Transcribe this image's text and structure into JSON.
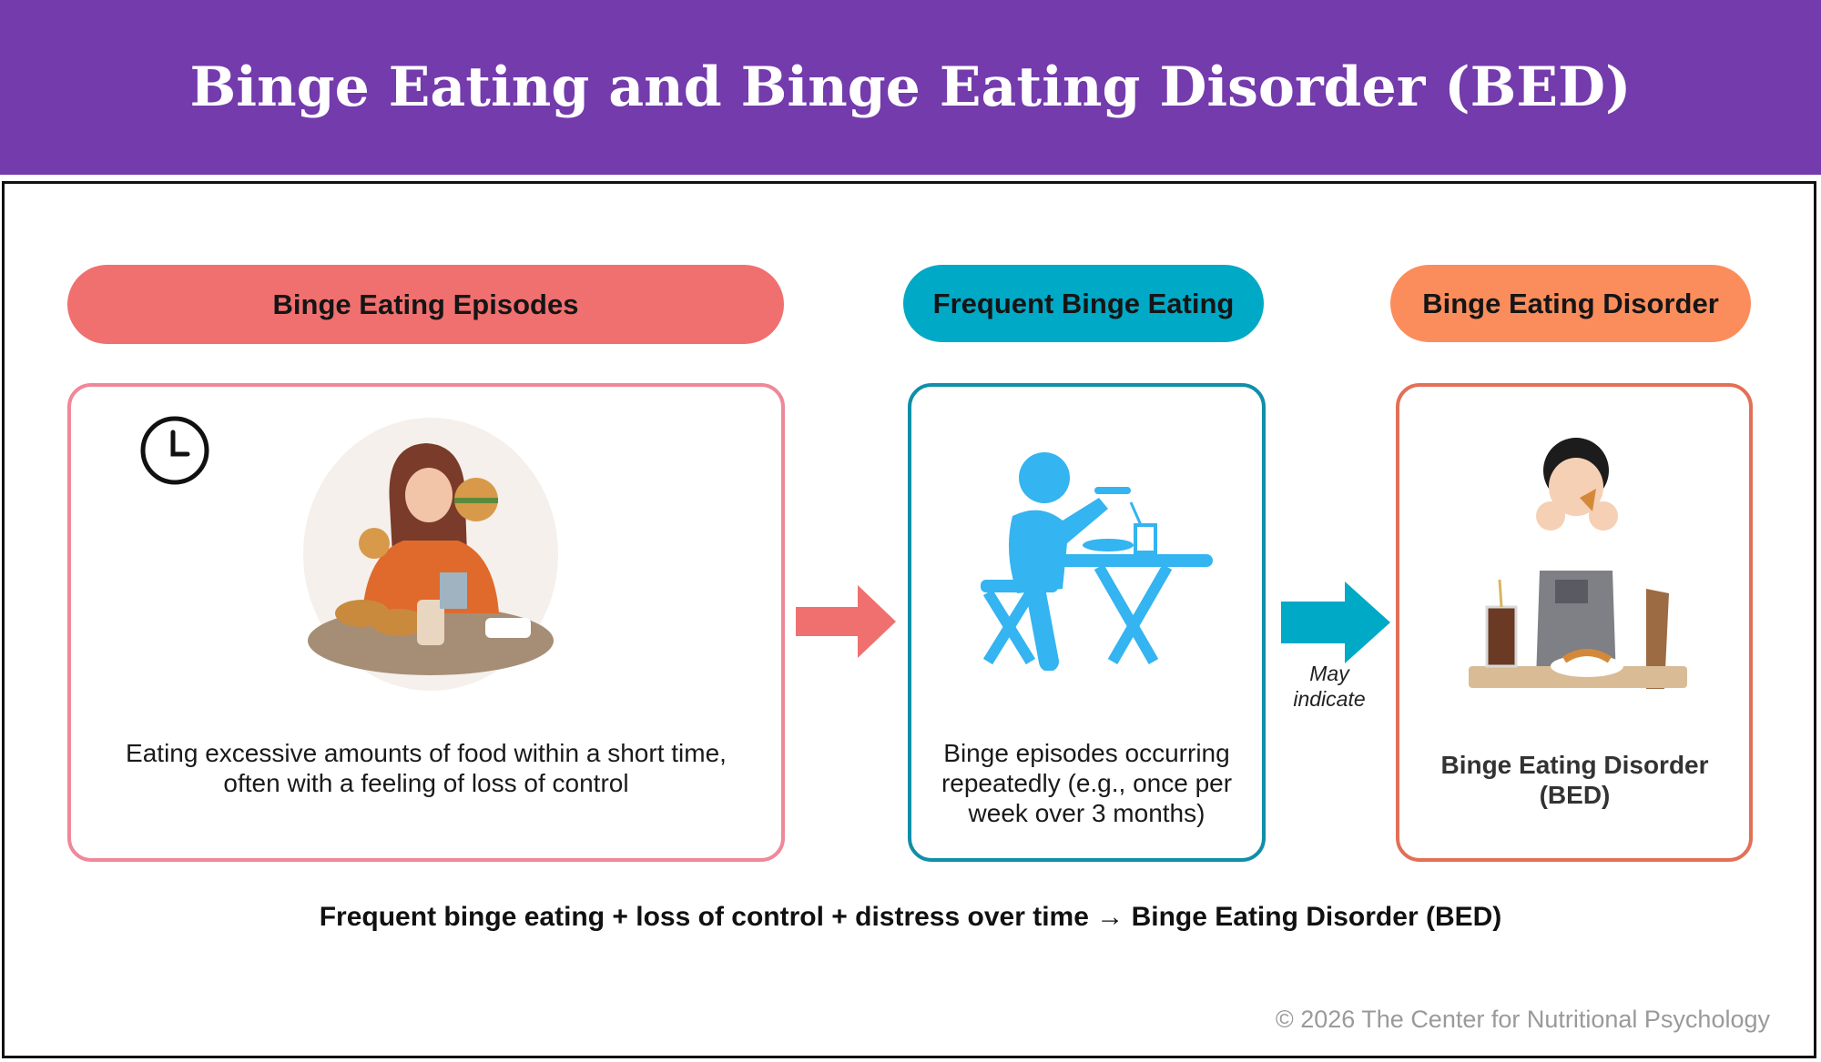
{
  "header": {
    "title": "Binge Eating and Binge Eating Disorder (BED)"
  },
  "stages": [
    {
      "title": "Binge Eating Episodes",
      "description": "Eating excessive amounts of food within a short time, often with a feeling of loss of control",
      "color": "#f07070",
      "border": "#ef8898"
    },
    {
      "title": "Frequent Binge Eating",
      "description": "Binge episodes occurring repeatedly (e.g., once per week over 3 months)",
      "color": "#00a9c6",
      "border": "#0f8fa8"
    },
    {
      "title": "Binge Eating Disorder",
      "description": "Binge Eating Disorder (BED)",
      "color": "#fb8d5c",
      "border": "#e27057"
    }
  ],
  "arrow_note": "May indicate",
  "summary": "Frequent binge eating + loss of control + distress over time → Binge Eating Disorder (BED)",
  "footer": "© 2026 The Center for Nutritional Psychology",
  "icons": [
    "clock-icon",
    "woman-eating-burger-illustration",
    "person-eating-at-table-icon",
    "girl-eating-illustration"
  ]
}
